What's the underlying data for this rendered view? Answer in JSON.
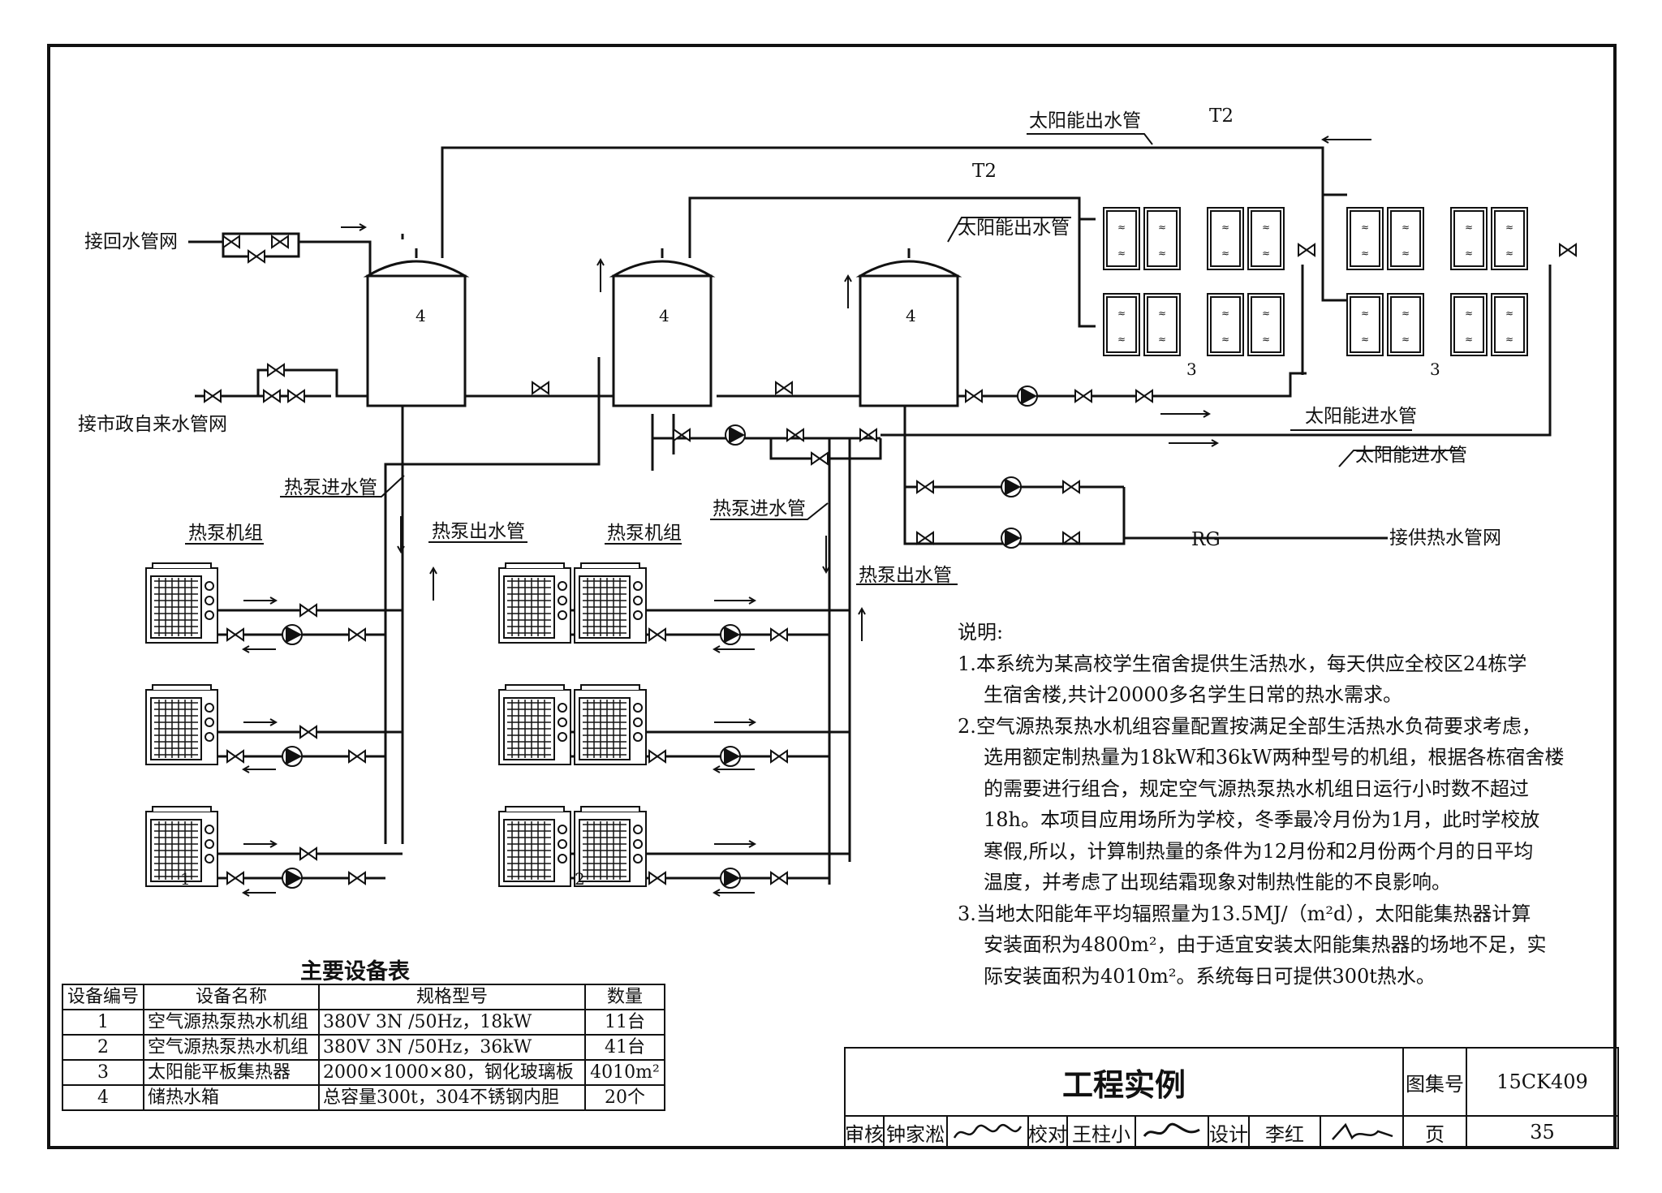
{
  "labels": {
    "solar_out_1": "太阳能出水管",
    "solar_out_2": "太阳能出水管",
    "solar_in_1": "太阳能进水管",
    "solar_in_2": "太阳能进水管",
    "return_net": "接回水管网",
    "city_water": "接市政自来水管网",
    "hp_in_1": "热泵进水管",
    "hp_out_1": "热泵出水管",
    "hp_in_2": "热泵进水管",
    "hp_out_2": "热泵出水管",
    "hp_unit_1": "热泵机组",
    "hp_unit_2": "热泵机组",
    "supply_net": "接供热水管网",
    "rg": "RG",
    "t2": "T2",
    "tank_no": "4",
    "collector_no": "3",
    "group1_no": "1",
    "group2_no": "2"
  },
  "notes": {
    "heading": "说明:",
    "lines": [
      "1.本系统为某高校学生宿舍提供生活热水，每天供应全校区24栋学",
      "生宿舍楼,共计20000多名学生日常的热水需求。",
      "2.空气源热泵热水机组容量配置按满足全部生活热水负荷要求考虑，",
      "选用额定制热量为18kW和36kW两种型号的机组，根据各栋宿舍楼",
      "的需要进行组合，规定空气源热泵热水机组日运行小时数不超过",
      "18h。本项目应用场所为学校，冬季最冷月份为1月，此时学校放",
      "寒假,所以，计算制热量的条件为12月份和2月份两个月的日平均",
      "温度，并考虑了出现结霜现象对制热性能的不良影响。",
      "3.当地太阳能年平均辐照量为13.5MJ/（m²d），太阳能集热器计算",
      "安装面积为4800m²，由于适宜安装太阳能集热器的场地不足，实",
      "际安装面积为4010m²。系统每日可提供300t热水。"
    ]
  },
  "equipment": {
    "title": "主要设备表",
    "headers": [
      "设备编号",
      "设备名称",
      "规格型号",
      "数量"
    ],
    "rows": [
      [
        "1",
        "空气源热泵热水机组",
        "380V 3N /50Hz，18kW",
        "11台"
      ],
      [
        "2",
        "空气源热泵热水机组",
        "380V 3N /50Hz，36kW",
        "41台"
      ],
      [
        "3",
        "太阳能平板集热器",
        "2000×1000×80，钢化玻璃板",
        "4010m²"
      ],
      [
        "4",
        "储热水箱",
        "总容量300t，304不锈钢内胆",
        "20个"
      ]
    ]
  },
  "title_block": {
    "title": "工程实例",
    "atlas_label": "图集号",
    "atlas_no": "15CK409",
    "review_label": "审核",
    "reviewer": "钟家淞",
    "check_label": "校对",
    "checker": "王柱小",
    "design_label": "设计",
    "designer": "李红",
    "page_label": "页",
    "page_no": "35"
  }
}
